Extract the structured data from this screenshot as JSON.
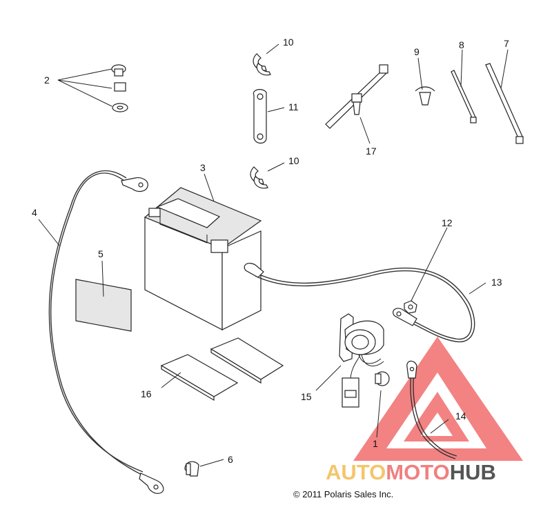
{
  "parts": {
    "p1": "1",
    "p2": "2",
    "p3": "3",
    "p4": "4",
    "p5": "5",
    "p6": "6",
    "p7": "7",
    "p8": "8",
    "p9": "9",
    "p10a": "10",
    "p10b": "10",
    "p11": "11",
    "p12": "12",
    "p13": "13",
    "p14": "14",
    "p15": "15",
    "p16": "16",
    "p17": "17"
  },
  "watermark": {
    "part1": "AUTO",
    "part2": "MOTO",
    "part3": "HUB",
    "colors": {
      "auto": "#f5c56b",
      "moto": "#f08080",
      "hub": "#555555",
      "triangle": "#f26d6d"
    }
  },
  "copyright": "© 2011 Polaris Sales Inc."
}
